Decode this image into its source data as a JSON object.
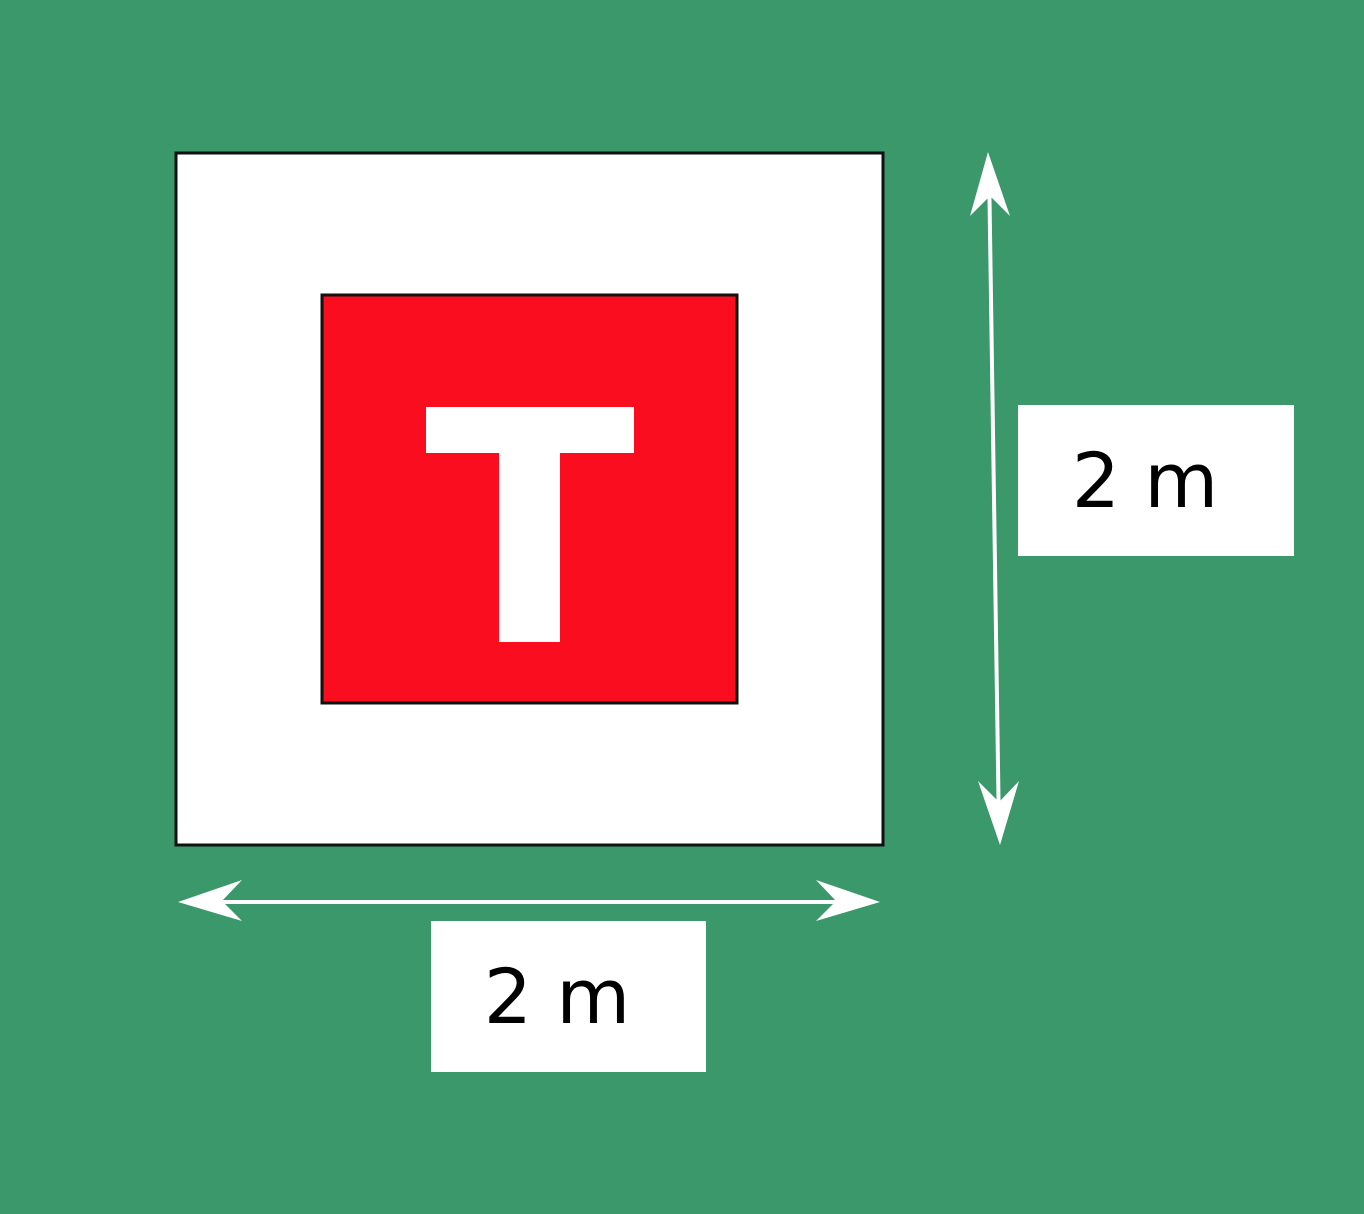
{
  "colors": {
    "background": "#3a986a",
    "outer_square": "#ffffff",
    "inner_square": "#f90d1e",
    "letter": "#ffffff",
    "arrows": "#ffffff",
    "label_box": "#ffffff",
    "label_text": "#000000",
    "outline": "#111111"
  },
  "marker": {
    "letter": "T"
  },
  "dimensions": {
    "width_label": "2 m",
    "height_label": "2 m"
  }
}
